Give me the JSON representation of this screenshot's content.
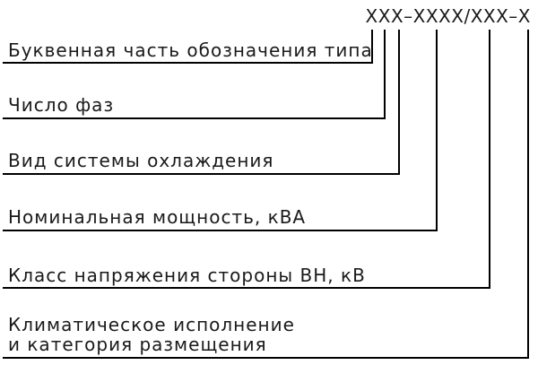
{
  "designation": {
    "code": "XXX–XXXX/XXX–X"
  },
  "labels": [
    {
      "lines": [
        "Буквенная часть обозначения типа"
      ]
    },
    {
      "lines": [
        "Число фаз"
      ]
    },
    {
      "lines": [
        "Вид системы охлаждения"
      ]
    },
    {
      "lines": [
        "Номинальная мощность, кВА"
      ]
    },
    {
      "lines": [
        "Класс напряжения стороны ВН, кВ"
      ]
    },
    {
      "lines": [
        "Климатическое исполнение",
        "и категория размещения"
      ]
    }
  ],
  "colors": {
    "line": "#000000",
    "text": "#1a1a1a",
    "background": "#ffffff"
  }
}
